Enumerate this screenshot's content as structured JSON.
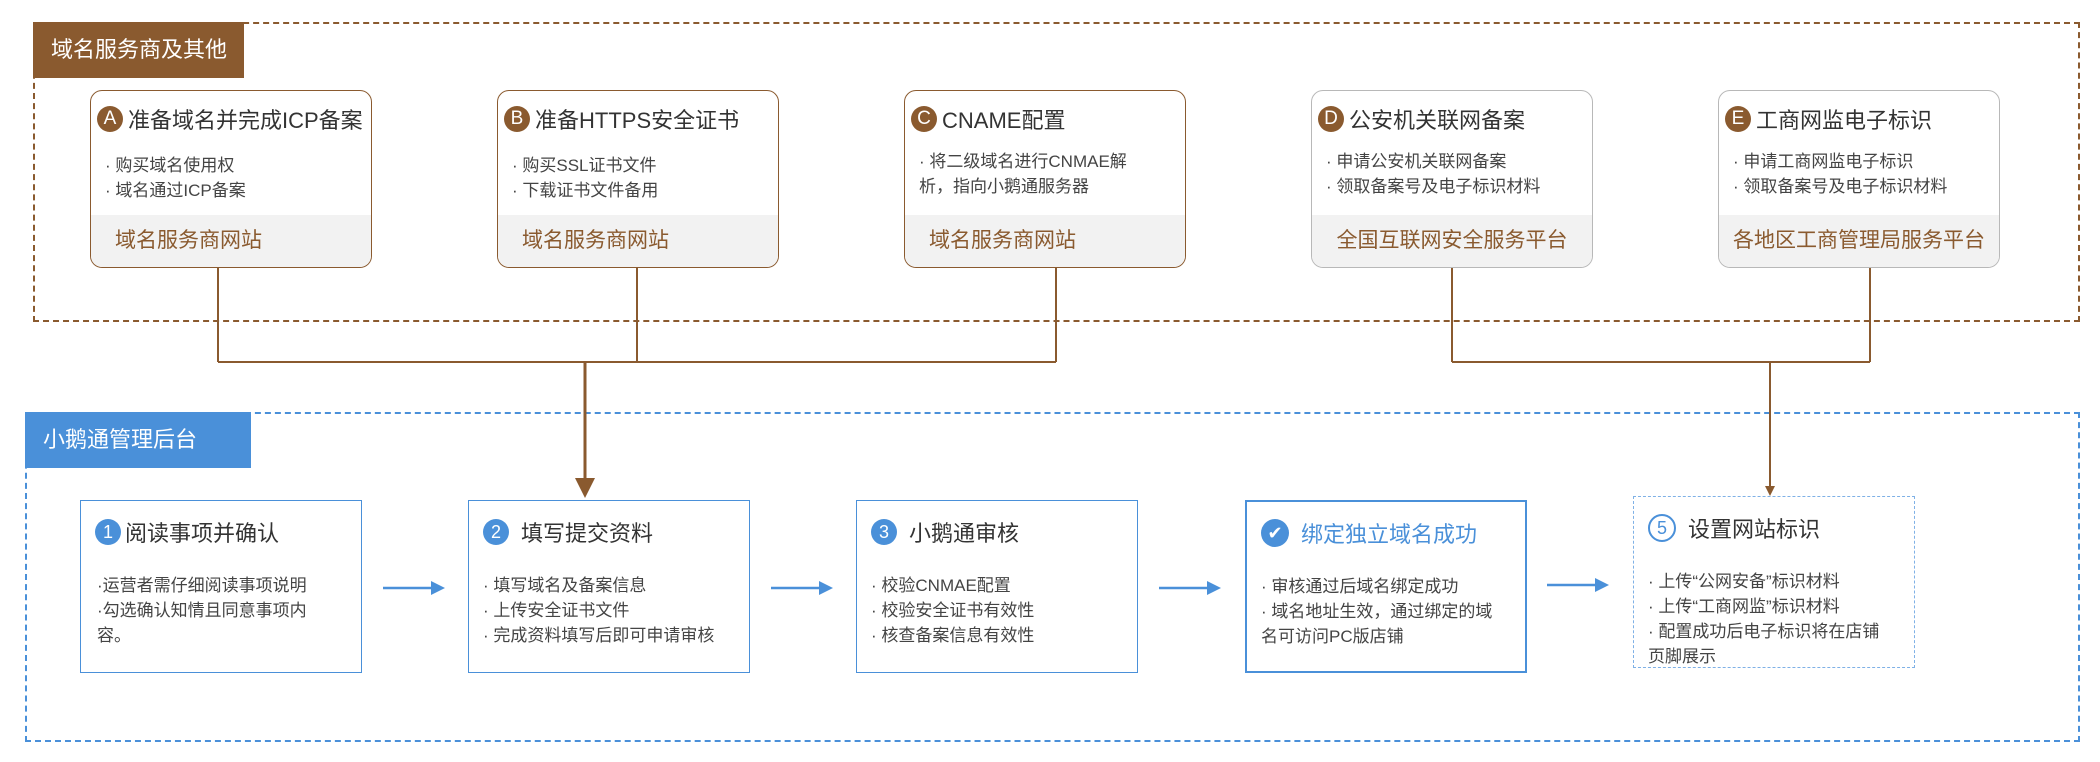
{
  "top_panel": {
    "title": "域名服务商及其他",
    "cards": [
      {
        "badge": "A",
        "title": "准备域名并完成ICP备案",
        "lines": [
          "· 购买域名使用权",
          "· 域名通过ICP备案"
        ],
        "footer": "域名服务商网站"
      },
      {
        "badge": "B",
        "title": "准备HTTPS安全证书",
        "lines": [
          "· 购买SSL证书文件",
          "· 下载证书文件备用"
        ],
        "footer": "域名服务商网站"
      },
      {
        "badge": "C",
        "title": "CNAME配置",
        "lines": [
          "· 将二级域名进行CNMAE解",
          "析，指向小鹅通服务器"
        ],
        "footer": "域名服务商网站"
      },
      {
        "badge": "D",
        "title": "公安机关联网备案",
        "lines": [
          "· 申请公安机关联网备案",
          "· 领取备案号及电子标识材料"
        ],
        "footer": "全国互联网安全服务平台"
      },
      {
        "badge": "E",
        "title": "工商网监电子标识",
        "lines": [
          "· 申请工商网监电子标识",
          "· 领取备案号及电子标识材料"
        ],
        "footer": "各地区工商管理局服务平台"
      }
    ]
  },
  "bottom_panel": {
    "title": "小鹅通管理后台",
    "steps": [
      {
        "badge": "1",
        "title": "阅读事项并确认",
        "lines": [
          "·运营者需仔细阅读事项说明",
          "·勾选确认知情且同意事项内",
          "容。"
        ]
      },
      {
        "badge": "2",
        "title": "填写提交资料",
        "lines": [
          "· 填写域名及备案信息",
          "· 上传安全证书文件",
          "· 完成资料填写后即可申请审核"
        ]
      },
      {
        "badge": "3",
        "title": "小鹅通审核",
        "lines": [
          "· 校验CNMAE配置",
          "· 校验安全证书有效性",
          "· 核查备案信息有效性"
        ]
      },
      {
        "badge": "✔",
        "title": "绑定独立域名成功",
        "lines": [
          "· 审核通过后域名绑定成功",
          "· 域名地址生效，通过绑定的域",
          "名可访问PC版店铺"
        ]
      },
      {
        "badge": "5",
        "title": "设置网站标识",
        "lines": [
          "· 上传“公网安备”标识材料",
          "· 上传“工商网监”标识材料",
          "· 配置成功后电子标识将在店铺",
          "页脚展示"
        ]
      }
    ]
  },
  "colors": {
    "brown": "#8a5a2f",
    "blue": "#4a90d9",
    "footer_bg": "#f2f2f2"
  }
}
